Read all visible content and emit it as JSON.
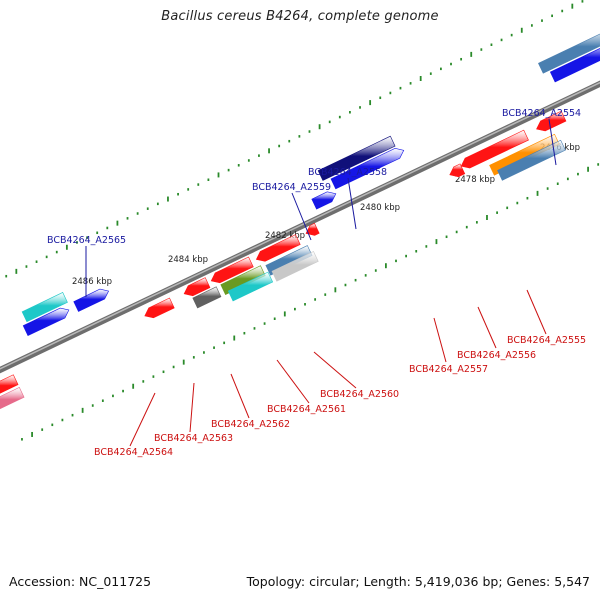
{
  "title": "Bacillus cereus B4264, complete genome",
  "footer": {
    "accession": "Accession: NC_011725",
    "summary": "Topology: circular; Length: 5,419,036 bp; Genes: 5,547"
  },
  "ruler": [
    {
      "label": "2476 kbp"
    },
    {
      "label": "2478 kbp"
    },
    {
      "label": "2480 kbp"
    },
    {
      "label": "2482 kbp"
    },
    {
      "label": "2484 kbp"
    },
    {
      "label": "2486 kbp"
    }
  ],
  "forward_gene_labels": [
    "BCB4264_A2554",
    "BCB4264_A2558",
    "BCB4264_A2559",
    "BCB4264_A2565"
  ],
  "reverse_gene_labels": [
    "BCB4264_A2555",
    "BCB4264_A2556",
    "BCB4264_A2557",
    "BCB4264_A2560",
    "BCB4264_A2561",
    "BCB4264_A2562",
    "BCB4264_A2563",
    "BCB4264_A2564"
  ],
  "colors": {
    "backbone": "#8a8a8a",
    "forward_label": "#1a1aa0",
    "reverse_label": "#cc1111",
    "tick": "#2a8a2a",
    "gene_blue": "#1515e6",
    "gene_navy": "#10107a",
    "gene_cyan": "#1ec8c8",
    "gene_steel": "#4a7fb0",
    "gene_red": "#ff1414",
    "gene_orange": "#ff9000",
    "gene_olive": "#6a9a22",
    "gene_gray": "#606060",
    "gene_lightgray": "#c8c8c8",
    "gene_pink": "#e66a8a"
  }
}
